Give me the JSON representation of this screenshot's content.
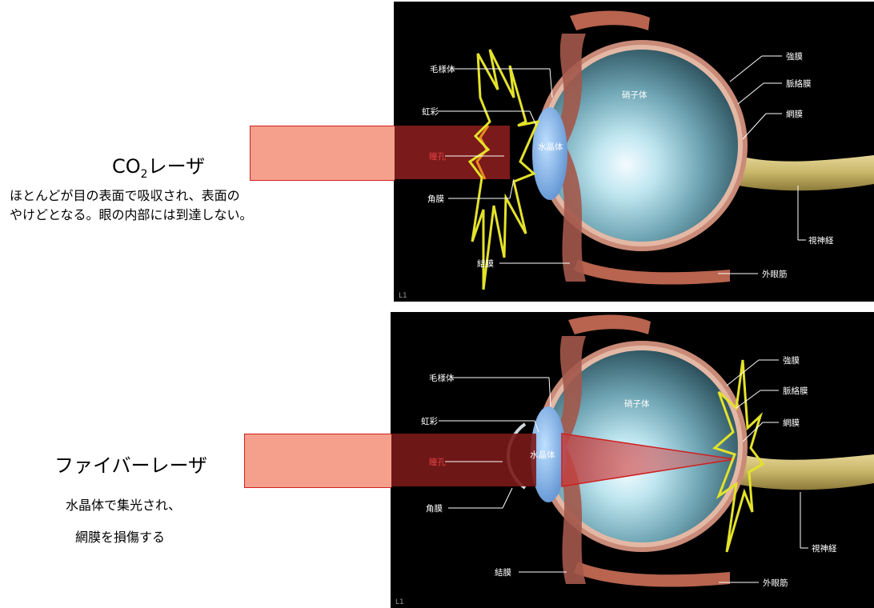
{
  "co2": {
    "title_prefix": "CO",
    "title_sub": "2",
    "title_suffix": "レーザ",
    "desc_line1": "ほとんどが目の表面で吸収され、表面の",
    "desc_line2": "やけどとなる。眼の内部には到達しない。"
  },
  "fiber": {
    "title": "ファイバーレーザ",
    "desc_line1": "水晶体で集光され、",
    "desc_line2": "網膜を損傷する"
  },
  "eye_labels": {
    "ciliary": "毛様体",
    "iris": "虹彩",
    "pupil": "瞳孔",
    "cornea": "角膜",
    "conjunctiva": "結膜",
    "lens": "水晶体",
    "vitreous": "硝子体",
    "sclera": "強膜",
    "choroid": "脈絡膜",
    "retina": "網膜",
    "optic_nerve": "視神経",
    "muscle": "外眼筋",
    "corner": "L1"
  },
  "colors": {
    "beam_fill": "#f4a08c",
    "beam_dark": "#7a1a1a",
    "spark": "#e4e22a",
    "beam_edge": "#d02020"
  }
}
